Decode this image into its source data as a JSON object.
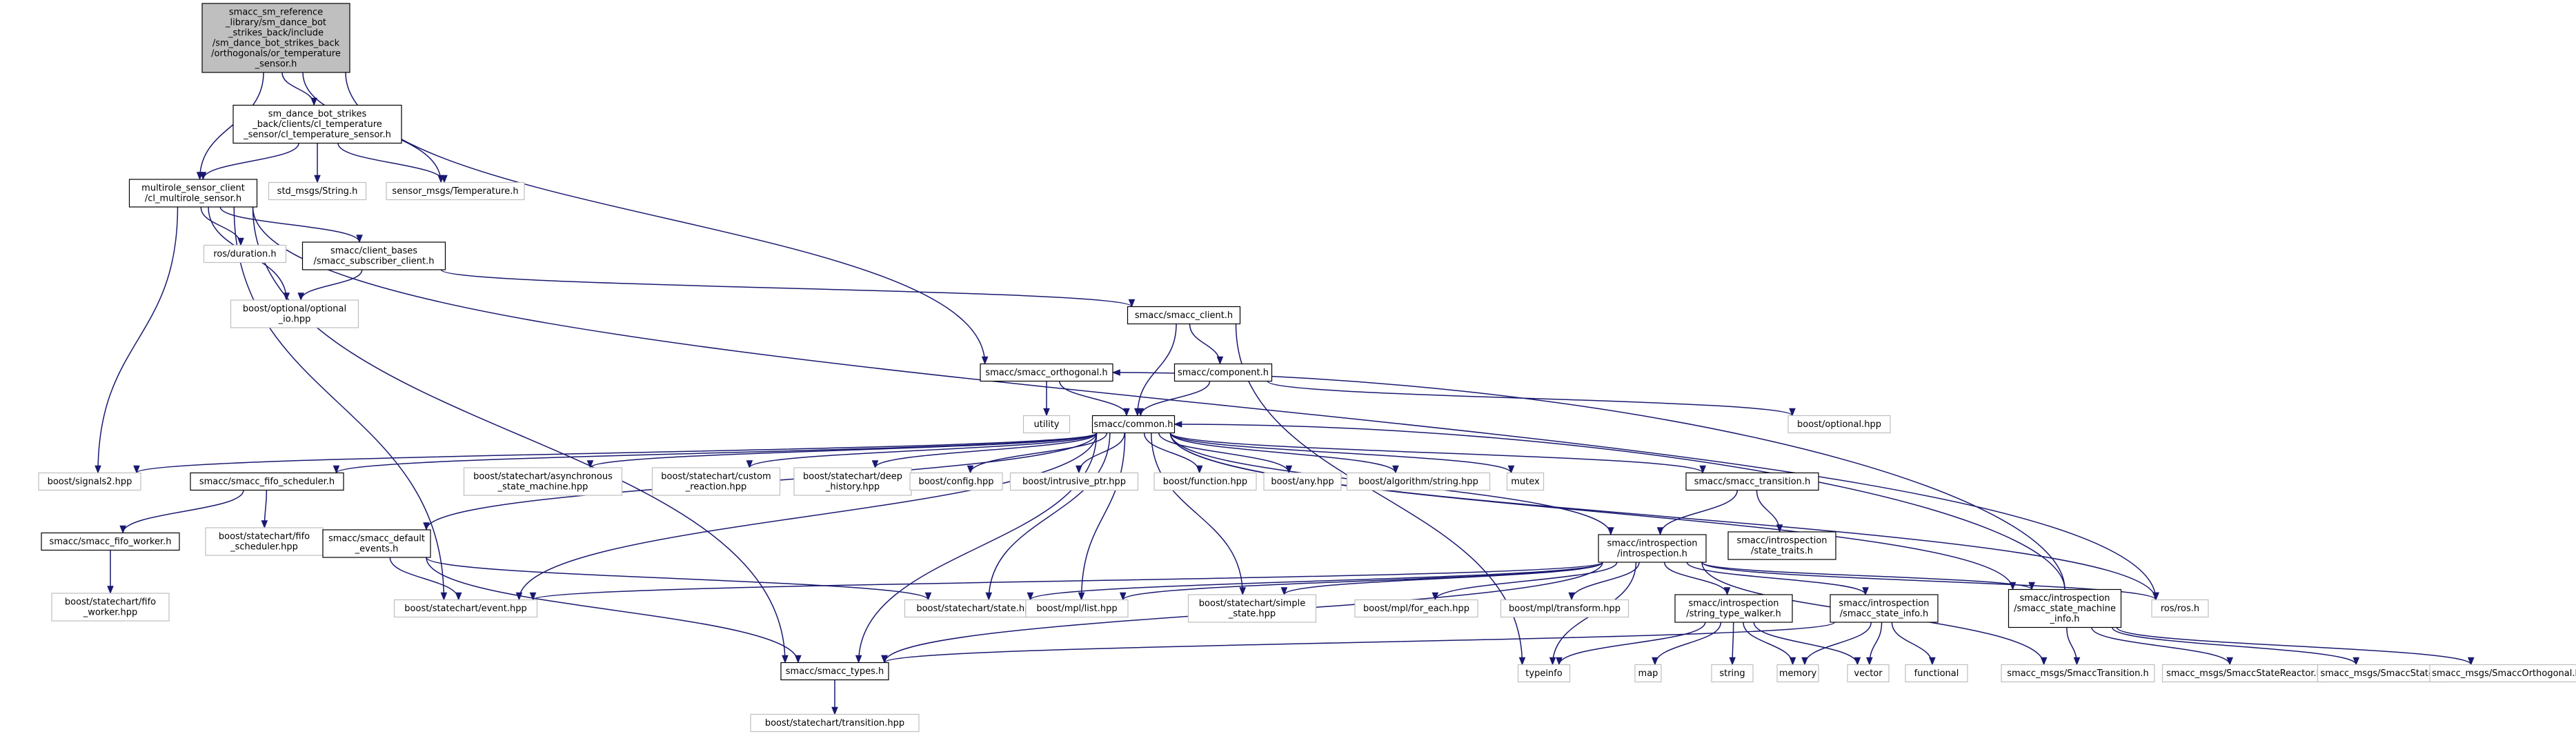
{
  "colors": {
    "edge": "#191970",
    "root_fill": "#bfbfbf",
    "doc_border": "#000000",
    "undoc_border": "#bfbfbf",
    "background": "#ffffff"
  },
  "graph": {
    "nodes": [
      {
        "id": "root",
        "kind": "root",
        "lines": [
          "smacc_sm_reference",
          "_library/sm_dance_bot",
          "_strikes_back/include",
          "/sm_dance_bot_strikes_back",
          "/orthogonals/or_temperature",
          "_sensor.h"
        ]
      },
      {
        "id": "cl_temp",
        "kind": "documented",
        "lines": [
          "sm_dance_bot_strikes",
          "_back/clients/cl_temperature",
          "_sensor/cl_temperature_sensor.h"
        ]
      },
      {
        "id": "multirole",
        "kind": "documented",
        "lines": [
          "multirole_sensor_client",
          "/cl_multirole_sensor.h"
        ]
      },
      {
        "id": "std_string",
        "kind": "undocumented",
        "lines": [
          "std_msgs/String.h"
        ]
      },
      {
        "id": "temperature",
        "kind": "undocumented",
        "lines": [
          "sensor_msgs/Temperature.h"
        ]
      },
      {
        "id": "ros_duration",
        "kind": "undocumented",
        "lines": [
          "ros/duration.h"
        ]
      },
      {
        "id": "subscriber",
        "kind": "documented",
        "lines": [
          "smacc/client_bases",
          "/smacc_subscriber_client.h"
        ]
      },
      {
        "id": "optional_io",
        "kind": "undocumented",
        "lines": [
          "boost/optional/optional",
          "_io.hpp"
        ]
      },
      {
        "id": "smacc_client",
        "kind": "documented",
        "lines": [
          "smacc/smacc_client.h"
        ]
      },
      {
        "id": "orthogonal",
        "kind": "documented",
        "lines": [
          "smacc/smacc_orthogonal.h"
        ]
      },
      {
        "id": "component",
        "kind": "documented",
        "lines": [
          "smacc/component.h"
        ]
      },
      {
        "id": "boost_optional",
        "kind": "undocumented",
        "lines": [
          "boost/optional.hpp"
        ]
      },
      {
        "id": "utility",
        "kind": "undocumented",
        "lines": [
          "utility"
        ]
      },
      {
        "id": "common",
        "kind": "documented",
        "lines": [
          "smacc/common.h"
        ]
      },
      {
        "id": "signals2",
        "kind": "undocumented",
        "lines": [
          "boost/signals2.hpp"
        ]
      },
      {
        "id": "fifo_scheduler",
        "kind": "documented",
        "lines": [
          "smacc/smacc_fifo_scheduler.h"
        ]
      },
      {
        "id": "async_sm",
        "kind": "undocumented",
        "lines": [
          "boost/statechart/asynchronous",
          "_state_machine.hpp"
        ]
      },
      {
        "id": "custom_reaction",
        "kind": "undocumented",
        "lines": [
          "boost/statechart/custom",
          "_reaction.hpp"
        ]
      },
      {
        "id": "deep_history",
        "kind": "undocumented",
        "lines": [
          "boost/statechart/deep",
          "_history.hpp"
        ]
      },
      {
        "id": "config",
        "kind": "undocumented",
        "lines": [
          "boost/config.hpp"
        ]
      },
      {
        "id": "intrusive",
        "kind": "undocumented",
        "lines": [
          "boost/intrusive_ptr.hpp"
        ]
      },
      {
        "id": "function",
        "kind": "undocumented",
        "lines": [
          "boost/function.hpp"
        ]
      },
      {
        "id": "any",
        "kind": "undocumented",
        "lines": [
          "boost/any.hpp"
        ]
      },
      {
        "id": "algo_string",
        "kind": "undocumented",
        "lines": [
          "boost/algorithm/string.hpp"
        ]
      },
      {
        "id": "mutex",
        "kind": "undocumented",
        "lines": [
          "mutex"
        ]
      },
      {
        "id": "transition",
        "kind": "documented",
        "lines": [
          "smacc/smacc_transition.h"
        ]
      },
      {
        "id": "fifo_worker",
        "kind": "documented",
        "lines": [
          "smacc/smacc_fifo_worker.h"
        ]
      },
      {
        "id": "sc_fifo_sched",
        "kind": "undocumented",
        "lines": [
          "boost/statechart/fifo",
          "_scheduler.hpp"
        ]
      },
      {
        "id": "default_events",
        "kind": "documented",
        "lines": [
          "smacc/smacc_default",
          "_events.h"
        ]
      },
      {
        "id": "introspection",
        "kind": "documented",
        "lines": [
          "smacc/introspection",
          "/introspection.h"
        ]
      },
      {
        "id": "state_traits",
        "kind": "documented",
        "lines": [
          "smacc/introspection",
          "/state_traits.h"
        ]
      },
      {
        "id": "sc_fifo_worker",
        "kind": "undocumented",
        "lines": [
          "boost/statechart/fifo",
          "_worker.hpp"
        ]
      },
      {
        "id": "event",
        "kind": "undocumented",
        "lines": [
          "boost/statechart/event.hpp"
        ]
      },
      {
        "id": "state",
        "kind": "undocumented",
        "lines": [
          "boost/statechart/state.hpp"
        ]
      },
      {
        "id": "mpl_list",
        "kind": "undocumented",
        "lines": [
          "boost/mpl/list.hpp"
        ]
      },
      {
        "id": "simple_state",
        "kind": "undocumented",
        "lines": [
          "boost/statechart/simple",
          "_state.hpp"
        ]
      },
      {
        "id": "for_each",
        "kind": "undocumented",
        "lines": [
          "boost/mpl/for_each.hpp"
        ]
      },
      {
        "id": "mpl_transform",
        "kind": "undocumented",
        "lines": [
          "boost/mpl/transform.hpp"
        ]
      },
      {
        "id": "type_walker",
        "kind": "documented",
        "lines": [
          "smacc/introspection",
          "/string_type_walker.h"
        ]
      },
      {
        "id": "state_info",
        "kind": "documented",
        "lines": [
          "smacc/introspection",
          "/smacc_state_info.h"
        ]
      },
      {
        "id": "sm_info",
        "kind": "documented",
        "lines": [
          "smacc/introspection",
          "/smacc_state_machine",
          "_info.h"
        ]
      },
      {
        "id": "ros_ros",
        "kind": "undocumented",
        "lines": [
          "ros/ros.h"
        ]
      },
      {
        "id": "smacc_types",
        "kind": "documented",
        "lines": [
          "smacc/smacc_types.h"
        ]
      },
      {
        "id": "typeinfo",
        "kind": "undocumented",
        "lines": [
          "typeinfo"
        ]
      },
      {
        "id": "map",
        "kind": "undocumented",
        "lines": [
          "map"
        ]
      },
      {
        "id": "string",
        "kind": "undocumented",
        "lines": [
          "string"
        ]
      },
      {
        "id": "memory",
        "kind": "undocumented",
        "lines": [
          "memory"
        ]
      },
      {
        "id": "vector",
        "kind": "undocumented",
        "lines": [
          "vector"
        ]
      },
      {
        "id": "functional",
        "kind": "undocumented",
        "lines": [
          "functional"
        ]
      },
      {
        "id": "msg_transition",
        "kind": "undocumented",
        "lines": [
          "smacc_msgs/SmaccTransition.h"
        ]
      },
      {
        "id": "msg_reactor",
        "kind": "undocumented",
        "lines": [
          "smacc_msgs/SmaccStateReactor.h"
        ]
      },
      {
        "id": "msg_state",
        "kind": "undocumented",
        "lines": [
          "smacc_msgs/SmaccState.h"
        ]
      },
      {
        "id": "msg_orthogonal",
        "kind": "undocumented",
        "lines": [
          "smacc_msgs/SmaccOrthogonal.h"
        ]
      },
      {
        "id": "sc_transition",
        "kind": "undocumented",
        "lines": [
          "boost/statechart/transition.hpp"
        ]
      }
    ],
    "edges": [
      [
        "root",
        "cl_temp"
      ],
      [
        "root",
        "multirole"
      ],
      [
        "root",
        "temperature"
      ],
      [
        "root",
        "orthogonal"
      ],
      [
        "cl_temp",
        "multirole"
      ],
      [
        "cl_temp",
        "std_string"
      ],
      [
        "cl_temp",
        "temperature"
      ],
      [
        "multirole",
        "ros_duration"
      ],
      [
        "multirole",
        "subscriber"
      ],
      [
        "multirole",
        "optional_io"
      ],
      [
        "multirole",
        "signals2"
      ],
      [
        "multirole",
        "event"
      ],
      [
        "multirole",
        "smacc_types"
      ],
      [
        "multirole",
        "ros_ros"
      ],
      [
        "subscriber",
        "optional_io"
      ],
      [
        "subscriber",
        "smacc_client"
      ],
      [
        "smacc_client",
        "component"
      ],
      [
        "smacc_client",
        "common"
      ],
      [
        "smacc_client",
        "typeinfo"
      ],
      [
        "orthogonal",
        "utility"
      ],
      [
        "orthogonal",
        "common"
      ],
      [
        "component",
        "common"
      ],
      [
        "component",
        "boost_optional"
      ],
      [
        "common",
        "signals2"
      ],
      [
        "common",
        "fifo_scheduler"
      ],
      [
        "common",
        "async_sm"
      ],
      [
        "common",
        "custom_reaction"
      ],
      [
        "common",
        "deep_history"
      ],
      [
        "common",
        "config"
      ],
      [
        "common",
        "intrusive"
      ],
      [
        "common",
        "function"
      ],
      [
        "common",
        "any"
      ],
      [
        "common",
        "algo_string"
      ],
      [
        "common",
        "mutex"
      ],
      [
        "common",
        "transition"
      ],
      [
        "common",
        "default_events"
      ],
      [
        "common",
        "introspection"
      ],
      [
        "common",
        "event"
      ],
      [
        "common",
        "state"
      ],
      [
        "common",
        "mpl_list"
      ],
      [
        "common",
        "simple_state"
      ],
      [
        "common",
        "sm_info"
      ],
      [
        "common",
        "ros_ros"
      ],
      [
        "common",
        "smacc_types"
      ],
      [
        "fifo_scheduler",
        "fifo_worker"
      ],
      [
        "fifo_scheduler",
        "sc_fifo_sched"
      ],
      [
        "fifo_worker",
        "sc_fifo_worker"
      ],
      [
        "default_events",
        "event"
      ],
      [
        "default_events",
        "state"
      ],
      [
        "default_events",
        "smacc_types"
      ],
      [
        "transition",
        "introspection"
      ],
      [
        "transition",
        "state_traits"
      ],
      [
        "introspection",
        "event"
      ],
      [
        "introspection",
        "state"
      ],
      [
        "introspection",
        "mpl_list"
      ],
      [
        "introspection",
        "simple_state"
      ],
      [
        "introspection",
        "for_each"
      ],
      [
        "introspection",
        "mpl_transform"
      ],
      [
        "introspection",
        "type_walker"
      ],
      [
        "introspection",
        "state_info"
      ],
      [
        "introspection",
        "sm_info"
      ],
      [
        "introspection",
        "ros_ros"
      ],
      [
        "introspection",
        "smacc_types"
      ],
      [
        "introspection",
        "typeinfo"
      ],
      [
        "introspection",
        "msg_transition"
      ],
      [
        "type_walker",
        "typeinfo"
      ],
      [
        "type_walker",
        "map"
      ],
      [
        "type_walker",
        "string"
      ],
      [
        "type_walker",
        "memory"
      ],
      [
        "type_walker",
        "vector"
      ],
      [
        "state_info",
        "smacc_types"
      ],
      [
        "state_info",
        "memory"
      ],
      [
        "state_info",
        "vector"
      ],
      [
        "state_info",
        "functional"
      ],
      [
        "sm_info",
        "orthogonal"
      ],
      [
        "sm_info",
        "common"
      ],
      [
        "sm_info",
        "msg_transition"
      ],
      [
        "sm_info",
        "msg_reactor"
      ],
      [
        "sm_info",
        "msg_state"
      ],
      [
        "sm_info",
        "msg_orthogonal"
      ],
      [
        "smacc_types",
        "sc_transition"
      ]
    ]
  }
}
